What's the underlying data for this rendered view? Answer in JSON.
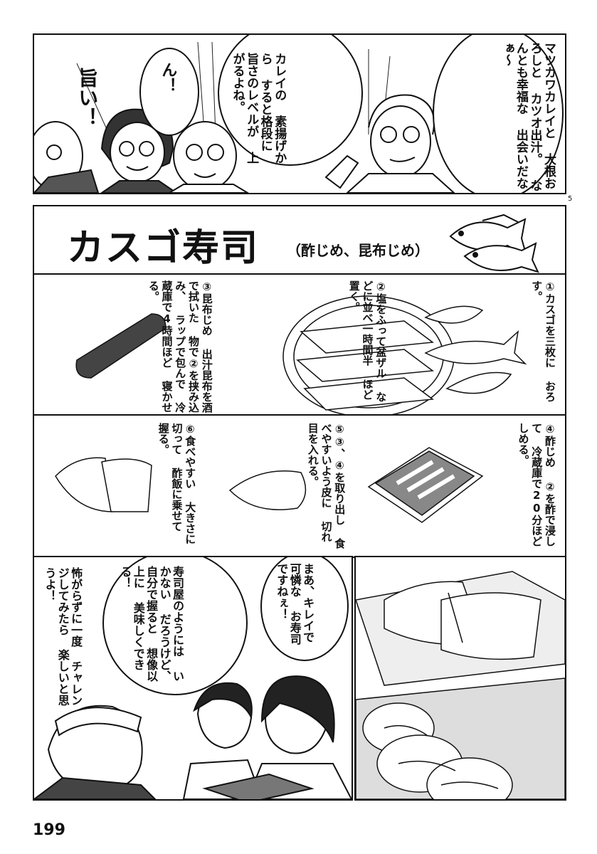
{
  "panel1": {
    "bubbles": [
      {
        "text": "マツカワカレイと大根おろしとカツオ出汁。なんとも幸福な出会いだなぁ〜",
        "lines": [
          "マツカワカレイと",
          "大根おろしと",
          "カツオ出汁。",
          "なんとも幸福な",
          "出会いだなぁ〜"
        ]
      },
      {
        "text": "カレイの素揚げからすると格段に旨さのレベルが上がるよね。",
        "lines": [
          "カレイの",
          "素揚げから",
          "すると格段に",
          "旨さのレベルが",
          "上がるよね。"
        ]
      },
      {
        "text": "ん！",
        "lines": [
          "ん！"
        ]
      },
      {
        "text": "旨い！",
        "lines": [
          "旨い！"
        ]
      }
    ]
  },
  "page_mark": "5",
  "recipe": {
    "title": "カスゴ寿司",
    "subtitle": "（酢じめ、昆布じめ）",
    "steps": [
      {
        "num": "①",
        "head": "",
        "lines": [
          "カスゴを三枚に",
          "おろす。"
        ]
      },
      {
        "num": "②",
        "head": "",
        "lines": [
          "塩をふって盆ザル",
          "などに並べ一時間半",
          "ほど置く。"
        ]
      },
      {
        "num": "③",
        "head": "昆布じめ",
        "lines": [
          "出汁昆布を酒で拭いた",
          "物で②を挟み込み、",
          "ラップで包んで",
          "冷蔵庫で4時間ほど",
          "寝かせる。"
        ]
      },
      {
        "num": "④",
        "head": "酢じめ",
        "lines": [
          "②を酢で浸して",
          "冷蔵庫で20分ほど",
          "しめる。"
        ]
      },
      {
        "num": "⑤",
        "head": "",
        "lines": [
          "③、④を取り出し",
          "食べやすいよう皮に",
          "切れ目を入れる。"
        ]
      },
      {
        "num": "⑥",
        "head": "",
        "lines": [
          "食べやすい",
          "大きさに切って",
          "酢飯に乗せて",
          "握る。"
        ]
      }
    ]
  },
  "panel4": {
    "bubbles": [
      {
        "lines": [
          "まあ、キレイで",
          "可憐な",
          "お寿司",
          "ですねぇ！"
        ]
      },
      {
        "lines": [
          "寿司屋のようには",
          "いかない",
          "だろうけど、",
          "自分で握ると",
          "想像以上に",
          "美味しくできる！"
        ]
      },
      {
        "lines": [
          "怖がらずに一度",
          "チャレンジしてみたら",
          "楽しいと思うよ！"
        ]
      }
    ]
  },
  "page_number": "199"
}
